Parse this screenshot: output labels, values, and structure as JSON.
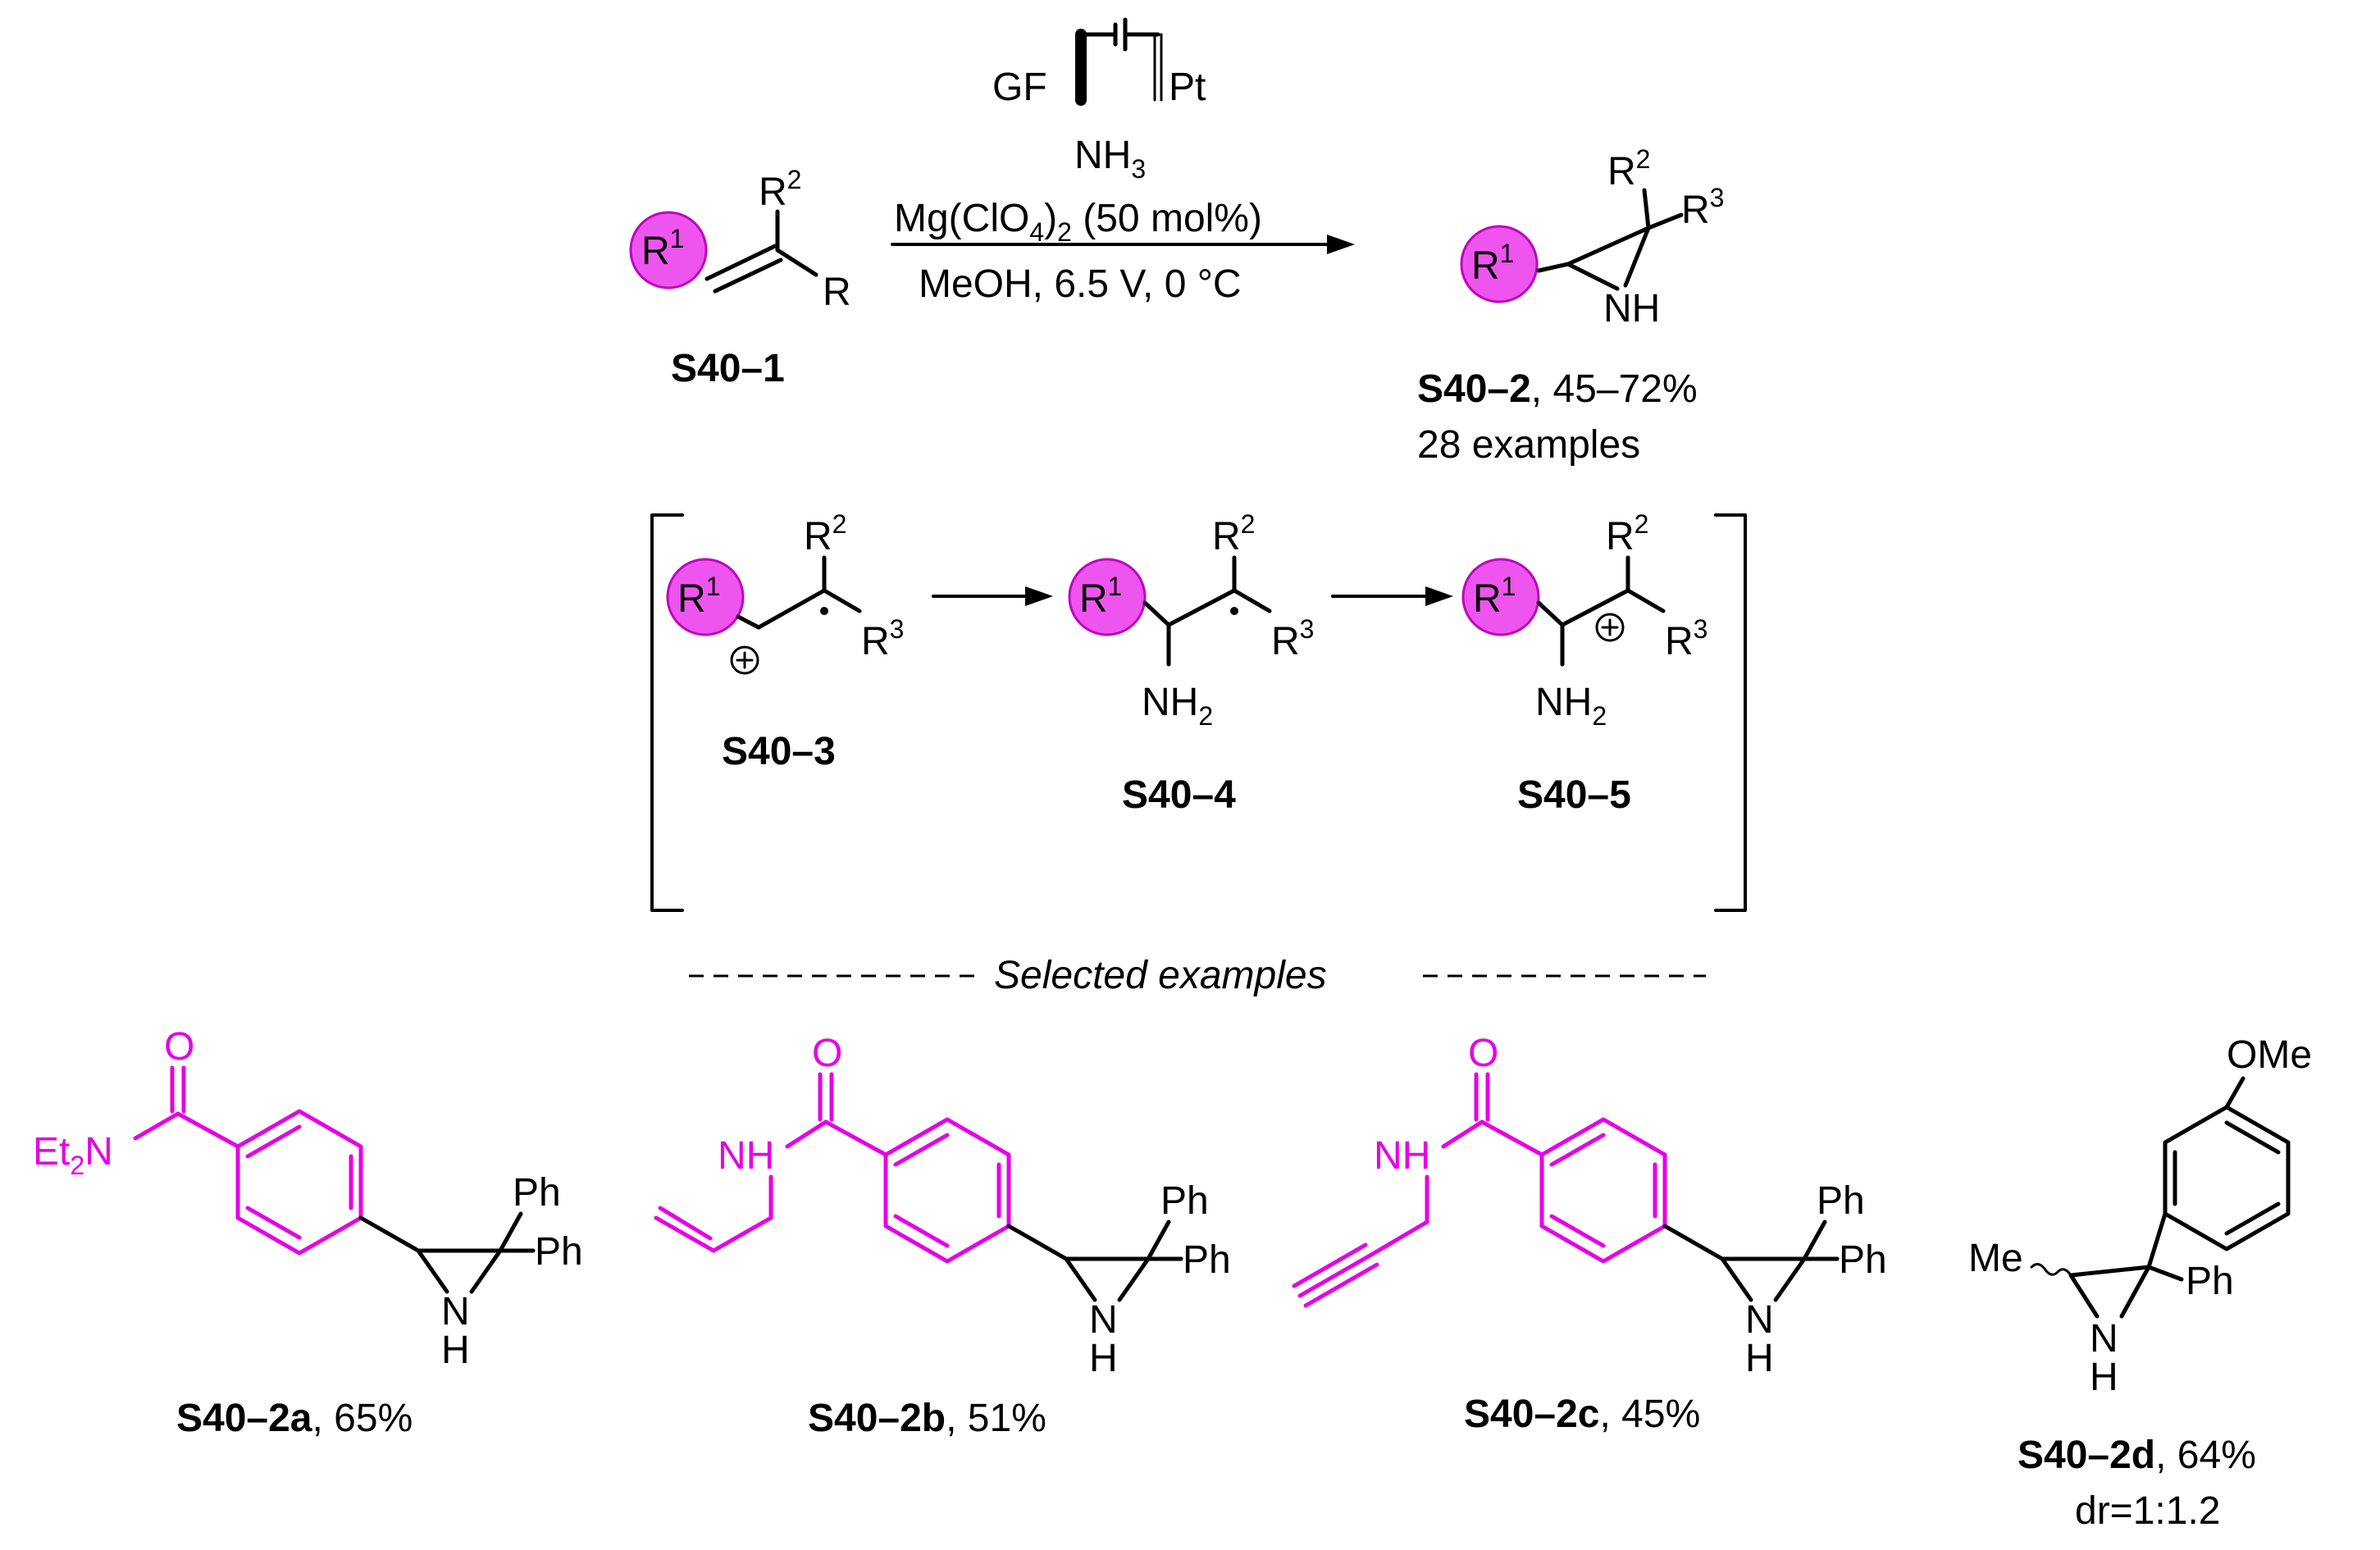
{
  "reaction": {
    "electrode_left": "GF",
    "electrode_right": "Pt",
    "reagent_1": "NH",
    "reagent_1_sub": "3",
    "reagent_2_a": "Mg(ClO",
    "reagent_2_sub1": "4",
    "reagent_2_b": ")",
    "reagent_2_sub2": "2",
    "reagent_2_c": " (50 mol%)",
    "conditions": "MeOH, 6.5 V,  0 °C"
  },
  "substituents": {
    "r": "R",
    "r1": "R",
    "r1_sup": "1",
    "r2": "R",
    "r2_sup": "2",
    "r3": "R",
    "r3_sup": "3",
    "nh": "NH",
    "nh2": "NH",
    "nh2_sub": "2",
    "plus": "+"
  },
  "compounds": {
    "s40_1": "S40–1",
    "s40_2_bold": "S40–2",
    "s40_2_yield": ", 45–72%",
    "s40_2_examples": "28 examples",
    "s40_3": "S40–3",
    "s40_4": "S40–4",
    "s40_5": "S40–5"
  },
  "divider": "Selected examples",
  "examples": [
    {
      "label": "S40–2a",
      "yield": ", 65%",
      "amine": "Et",
      "amine_sub": "2",
      "amine_n": "N",
      "o": "O",
      "ph": "Ph",
      "n": "N",
      "h": "H"
    },
    {
      "label": "S40–2b",
      "yield": ", 51%",
      "amine": "NH",
      "o": "O",
      "ph": "Ph",
      "n": "N",
      "h": "H"
    },
    {
      "label": "S40–2c",
      "yield": ", 45%",
      "amine": "NH",
      "o": "O",
      "ph": "Ph",
      "n": "N",
      "h": "H"
    },
    {
      "label": "S40–2d",
      "yield": ", 64%",
      "dr": "dr=1:1.2",
      "ome": "OMe",
      "me": "Me",
      "ph": "Ph",
      "n": "N",
      "h": "H"
    }
  ],
  "colors": {
    "highlight": "#e600e6",
    "ball_fill": "#ee55ee"
  }
}
